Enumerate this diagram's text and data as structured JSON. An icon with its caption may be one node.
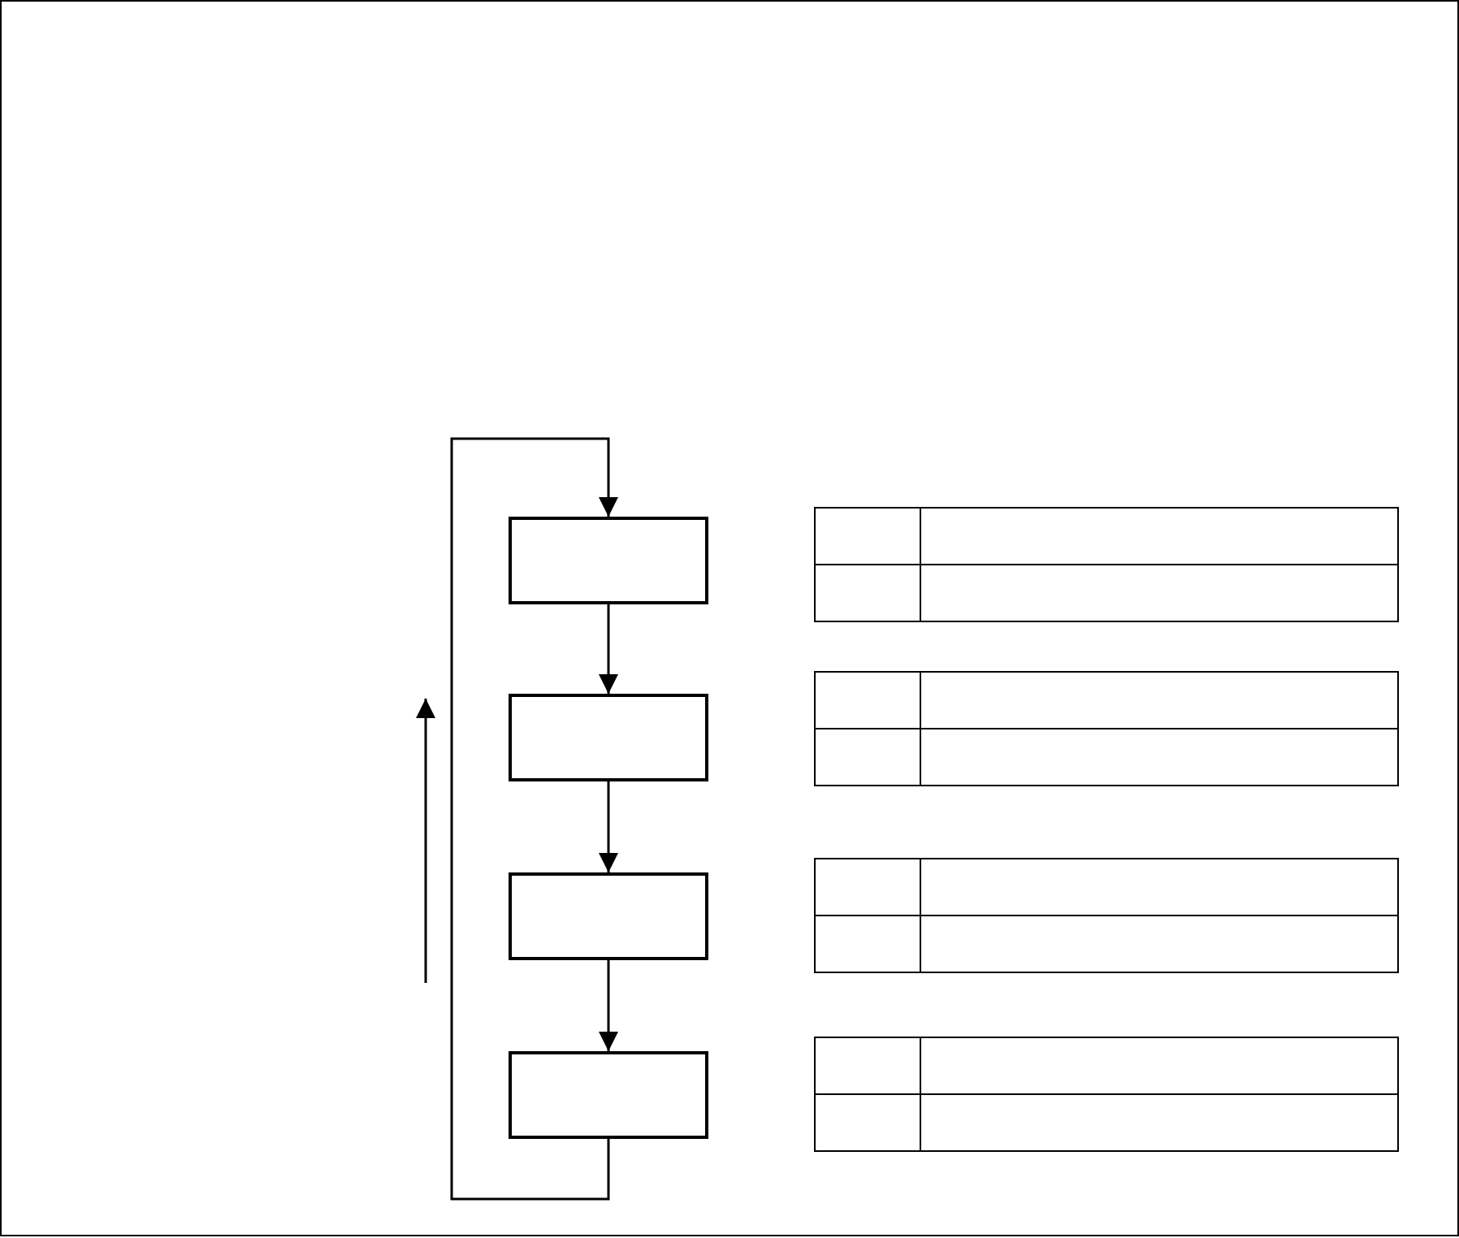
{
  "diagram": {
    "nodes": [
      {
        "text": [],
        "shape": "box"
      },
      {
        "text": [],
        "shape": "box"
      },
      {
        "text": [],
        "shape": "box"
      },
      {
        "text": [],
        "shape": "box"
      },
      {
        "text": [],
        "shape": "table"
      },
      {
        "text": [],
        "shape": "table"
      },
      {
        "text": [],
        "shape": "table"
      },
      {
        "text": [],
        "shape": "table"
      }
    ],
    "edges": [
      {
        "from": 0,
        "to": 1,
        "arrow": "to"
      },
      {
        "from": 1,
        "to": 2,
        "arrow": "to"
      },
      {
        "from": 2,
        "to": 3,
        "arrow": "to"
      },
      {
        "from": 3,
        "to": 0,
        "arrow": "to"
      }
    ]
  }
}
